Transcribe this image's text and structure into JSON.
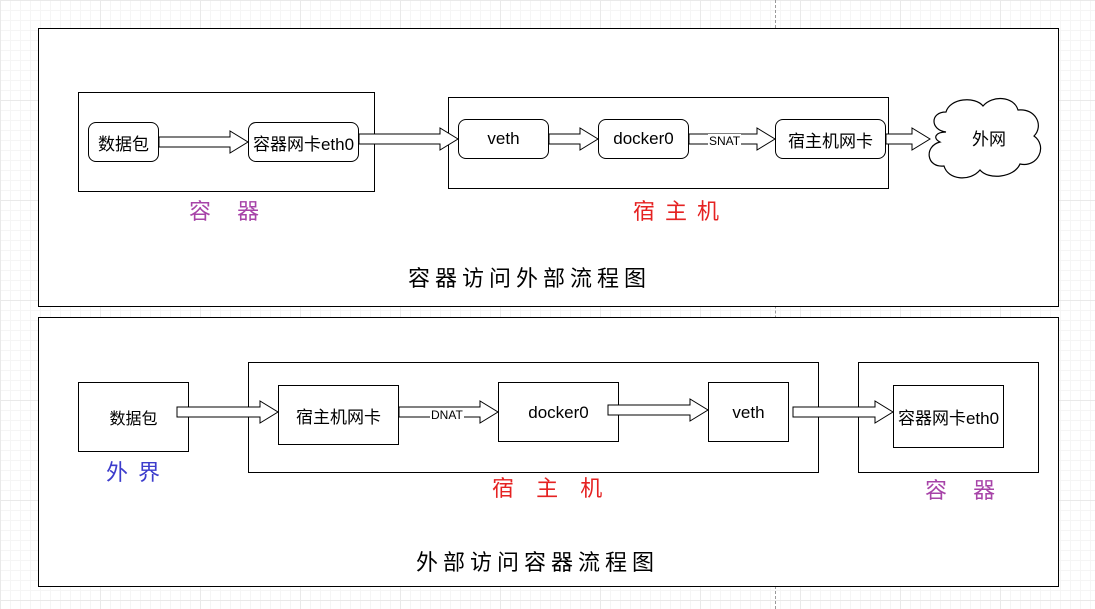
{
  "colors": {
    "container_label": "#a743a8",
    "host_label": "#e52222",
    "outside_label": "#3c3ccc",
    "stroke": "#000000",
    "grid": "#e9e9e9"
  },
  "egress": {
    "title": "容器访问外部流程图",
    "container_group_label": "容 器",
    "host_group_label": "宿主机",
    "packet": "数据包",
    "container_nic": "容器网卡eth0",
    "veth": "veth",
    "docker0": "docker0",
    "snat": "SNAT",
    "host_nic": "宿主机网卡",
    "internet": "外网"
  },
  "ingress": {
    "title": "外部访问容器流程图",
    "outside_group_label": "外界",
    "host_group_label": "宿 主 机",
    "container_group_label": "容 器",
    "packet": "数据包",
    "host_nic": "宿主机网卡",
    "dnat": "DNAT",
    "docker0": "docker0",
    "veth": "veth",
    "container_nic": "容器网卡eth0"
  }
}
